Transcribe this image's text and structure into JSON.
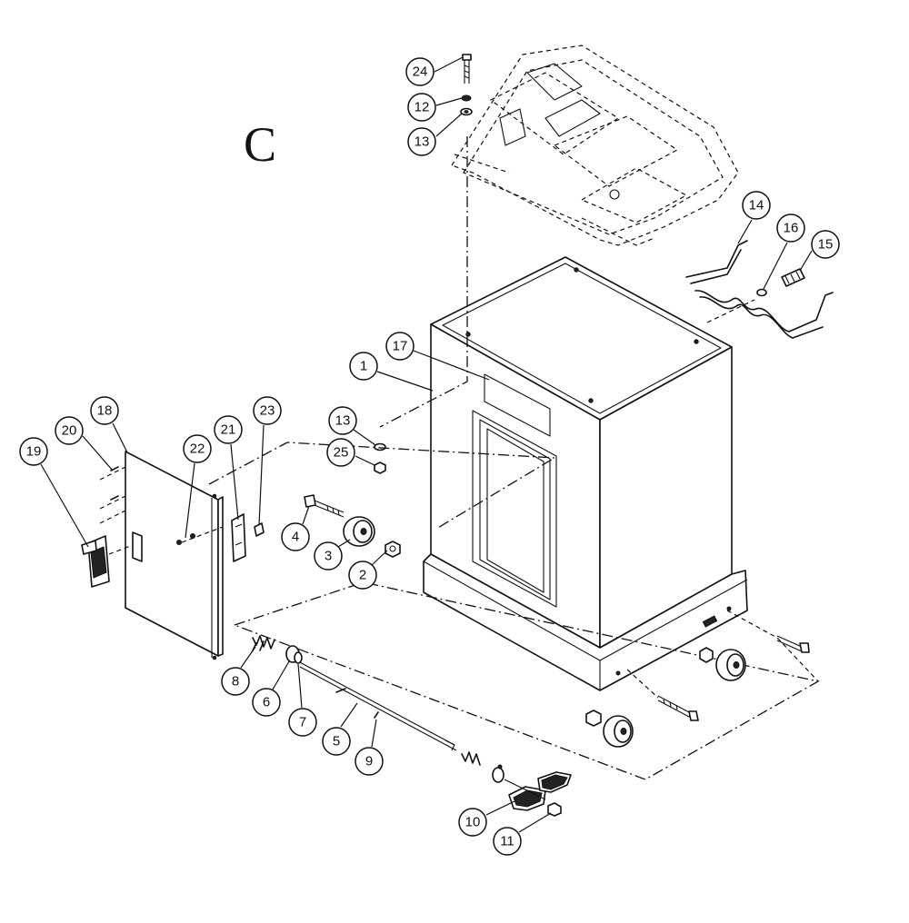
{
  "section_letter": "C",
  "callouts": [
    {
      "id": "c1",
      "label": "1"
    },
    {
      "id": "c2",
      "label": "2"
    },
    {
      "id": "c3",
      "label": "3"
    },
    {
      "id": "c4",
      "label": "4"
    },
    {
      "id": "c5",
      "label": "5"
    },
    {
      "id": "c6",
      "label": "6"
    },
    {
      "id": "c7",
      "label": "7"
    },
    {
      "id": "c8",
      "label": "8"
    },
    {
      "id": "c9",
      "label": "9"
    },
    {
      "id": "c10",
      "label": "10"
    },
    {
      "id": "c11",
      "label": "11"
    },
    {
      "id": "c12",
      "label": "12"
    },
    {
      "id": "c13a",
      "label": "13"
    },
    {
      "id": "c13b",
      "label": "13"
    },
    {
      "id": "c14",
      "label": "14"
    },
    {
      "id": "c15",
      "label": "15"
    },
    {
      "id": "c16",
      "label": "16"
    },
    {
      "id": "c17",
      "label": "17"
    },
    {
      "id": "c18",
      "label": "18"
    },
    {
      "id": "c19",
      "label": "19"
    },
    {
      "id": "c20",
      "label": "20"
    },
    {
      "id": "c21",
      "label": "21"
    },
    {
      "id": "c22",
      "label": "22"
    },
    {
      "id": "c23",
      "label": "23"
    },
    {
      "id": "c24",
      "label": "24"
    },
    {
      "id": "c25",
      "label": "25"
    }
  ]
}
